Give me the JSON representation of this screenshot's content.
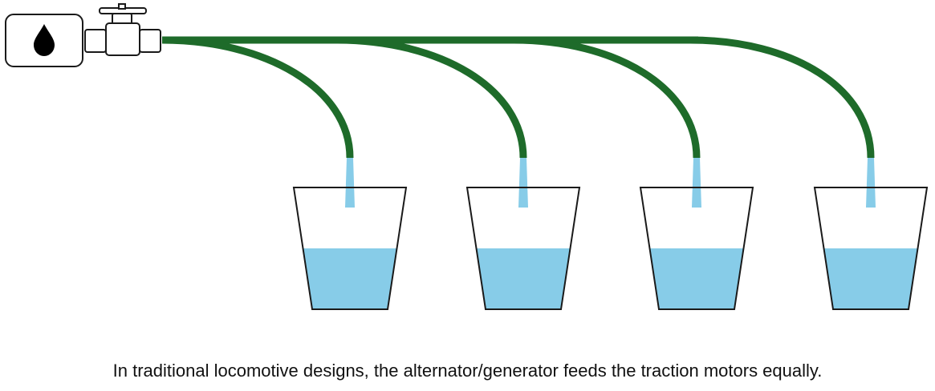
{
  "caption": "In traditional locomotive designs, the alternator/generator feeds the traction motors equally.",
  "icons": {
    "source": "water-drop-icon",
    "valve": "faucet-valve-icon"
  },
  "colors": {
    "pipe": "#1e6b2a",
    "water": "#87cce8",
    "outline": "#1a1a1a",
    "background": "#ffffff"
  },
  "cups": [
    {
      "fill_level": 0.5
    },
    {
      "fill_level": 0.5
    },
    {
      "fill_level": 0.5
    },
    {
      "fill_level": 0.5
    }
  ]
}
